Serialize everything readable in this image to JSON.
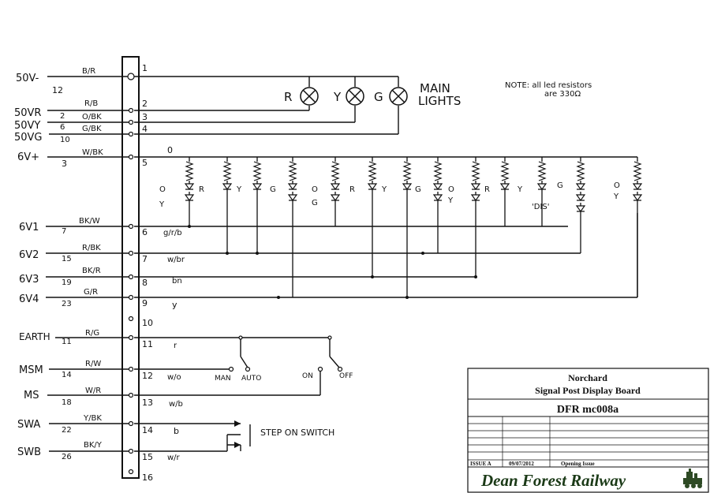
{
  "inputs": [
    {
      "label": "50V-",
      "pin": "12",
      "wire": "B/R"
    },
    {
      "label": "50VR",
      "pin": "2",
      "wire": "R/B"
    },
    {
      "label": "50VY",
      "pin": "6",
      "wire": "O/BK"
    },
    {
      "label": "50VG",
      "pin": "10",
      "wire": "G/BK"
    },
    {
      "label": "6V+",
      "pin": "3",
      "wire": "W/BK"
    },
    {
      "label": "6V1",
      "pin": "7",
      "wire": "BK/W"
    },
    {
      "label": "6V2",
      "pin": "15",
      "wire": "R/BK"
    },
    {
      "label": "6V3",
      "pin": "19",
      "wire": "BK/R"
    },
    {
      "label": "6V4",
      "pin": "23",
      "wire": "G/R"
    },
    {
      "label": "EARTH",
      "pin": "11",
      "wire": "R/G"
    },
    {
      "label": "MSM",
      "pin": "14",
      "wire": "R/W"
    },
    {
      "label": "MS",
      "pin": "18",
      "wire": "W/R"
    },
    {
      "label": "SWA",
      "pin": "22",
      "wire": "Y/BK"
    },
    {
      "label": "SWB",
      "pin": "26",
      "wire": "BK/Y"
    }
  ],
  "terminals": [
    "1",
    "2",
    "3",
    "4",
    "5",
    "6",
    "7",
    "8",
    "9",
    "10",
    "11",
    "12",
    "13",
    "14",
    "15",
    "16"
  ],
  "outputs": {
    "6vplus_ref": "0",
    "t6": "g/r/b",
    "t7": "w/br",
    "t8": "bn",
    "t9": "y",
    "t11": "r",
    "t12": "w/o",
    "t13": "w/b",
    "t14": "b",
    "t15": "w/r"
  },
  "lamps": [
    "R",
    "Y",
    "G"
  ],
  "main_lights": {
    "line1": "MAIN",
    "line2": "LIGHTS"
  },
  "note": {
    "line1": "NOTE: all led resistors",
    "line2": "are 330Ω"
  },
  "led_labels": [
    "O",
    "Y",
    "R",
    "G",
    "'DIS'"
  ],
  "switches": {
    "man": "MAN",
    "auto": "AUTO",
    "on": "ON",
    "off": "OFF",
    "step_on": "STEP ON SWITCH"
  },
  "title_block": {
    "location": "Norchard",
    "title": "Signal Post Display Board",
    "drawing_no": "DFR mc008a",
    "issue": "ISSUE A",
    "date": "09/07/2012",
    "description": "Opening Issue",
    "railway": "Dean Forest Railway"
  }
}
